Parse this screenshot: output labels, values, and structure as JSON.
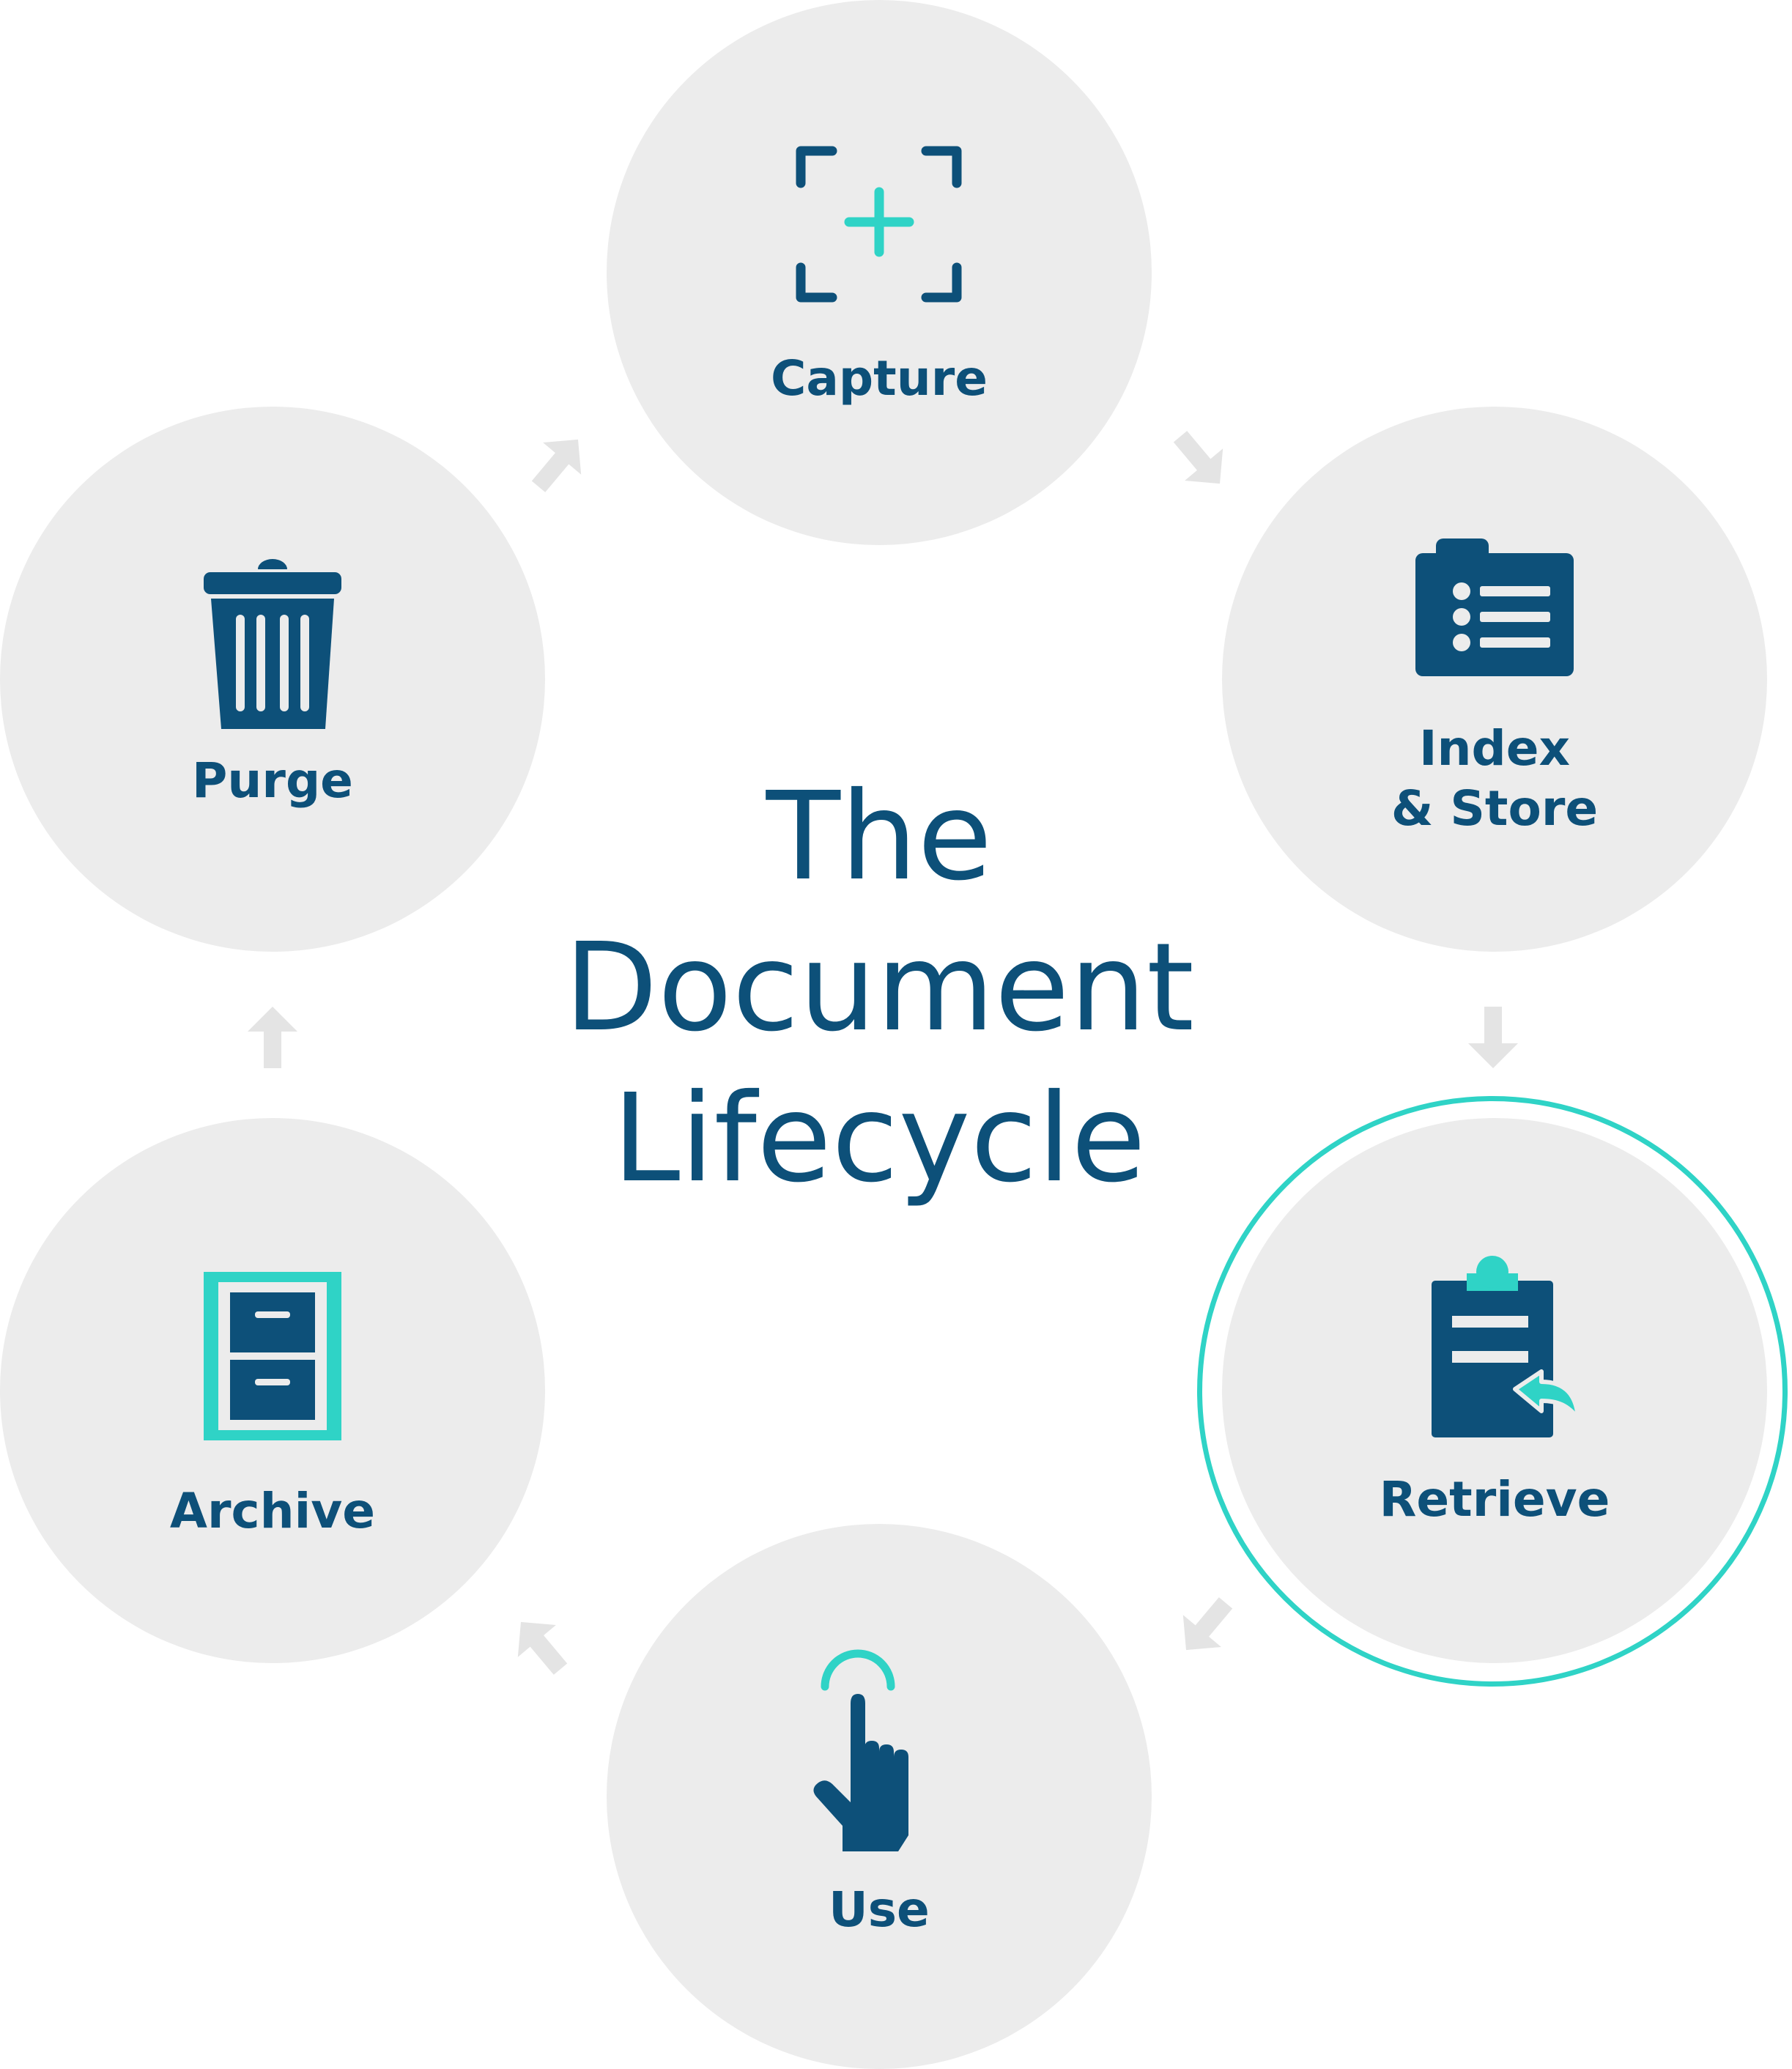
{
  "title": {
    "lines": [
      "The",
      "Document",
      "Lifecycle"
    ]
  },
  "colors": {
    "dark": "#0d5079",
    "accent": "#2fd3c6",
    "circle": "#ececec",
    "arrow": "#e4e4e4"
  },
  "stages": [
    {
      "id": "capture",
      "label_lines": [
        "Capture"
      ],
      "icon": "capture-frame-icon",
      "highlighted": false
    },
    {
      "id": "index",
      "label_lines": [
        "Index",
        "& Store"
      ],
      "icon": "index-card-icon",
      "highlighted": false
    },
    {
      "id": "retrieve",
      "label_lines": [
        "Retrieve"
      ],
      "icon": "clipboard-return-icon",
      "highlighted": true
    },
    {
      "id": "use",
      "label_lines": [
        "Use"
      ],
      "icon": "pointing-hand-icon",
      "highlighted": false
    },
    {
      "id": "archive",
      "label_lines": [
        "Archive"
      ],
      "icon": "filing-cabinet-icon",
      "highlighted": false
    },
    {
      "id": "purge",
      "label_lines": [
        "Purge"
      ],
      "icon": "trash-can-icon",
      "highlighted": false
    }
  ]
}
